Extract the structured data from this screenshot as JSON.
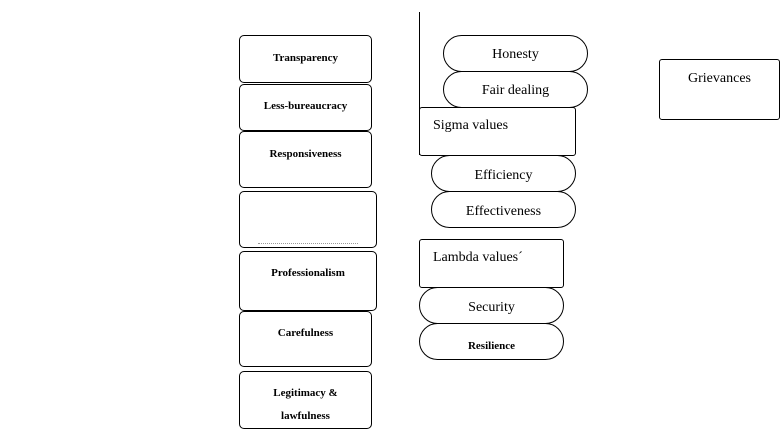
{
  "left_boxes": [
    "Transparency",
    "Less-bureaucracy",
    "Responsiveness",
    "Professionalism",
    "Carefulness",
    "Legitimacy &",
    "lawfulness"
  ],
  "sigma_group": {
    "title": "Sigma values",
    "top": [
      "Honesty",
      "Fair dealing"
    ],
    "bottom": [
      "Efficiency",
      "Effectiveness"
    ]
  },
  "lambda_group": {
    "title": "Lambda values´",
    "items": [
      "Security",
      "Resilience"
    ]
  },
  "right_box": "Grievances"
}
